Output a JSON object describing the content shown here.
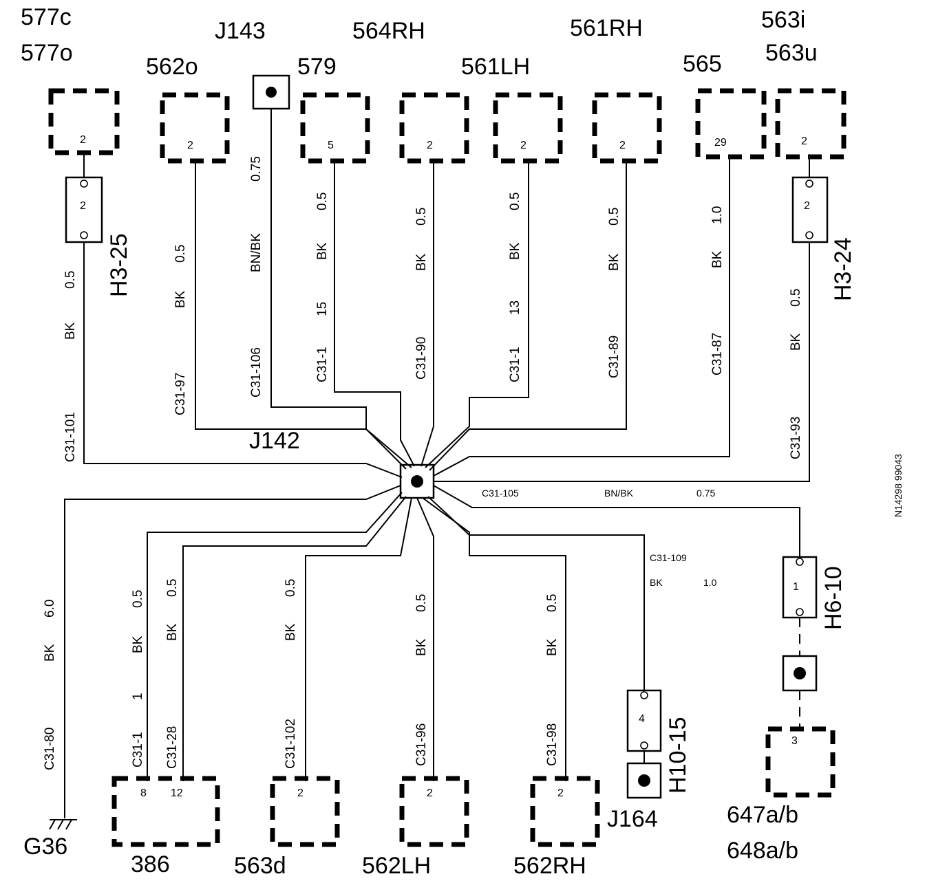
{
  "labels": {
    "top_577c": "577c",
    "top_577o": "577o",
    "top_j143": "J143",
    "top_564rh": "564RH",
    "top_561rh": "561RH",
    "top_563i": "563i",
    "top_563u": "563u",
    "top_562o": "562o",
    "top_579": "579",
    "top_561lh": "561LH",
    "top_565": "565",
    "splice_j142": "J142",
    "h3_25": "H3-25",
    "h3_24": "H3-24",
    "h6_10": "H6-10",
    "h10_15": "H10-15",
    "j164": "J164",
    "g36": "G36",
    "bot_386": "386",
    "bot_563d": "563d",
    "bot_562lh": "562LH",
    "bot_562rh": "562RH",
    "bot_647": "647a/b",
    "bot_648": "648a/b",
    "ref_code": "N14298 99043"
  },
  "pins": {
    "c577": "2",
    "c562o": "2",
    "c579": "5",
    "c564rh": "2",
    "c561lh": "2",
    "c561rh": "2",
    "c565": "29",
    "c563": "2",
    "h3_25": "2",
    "h3_24": "2",
    "h6_10": "1",
    "h10_15": "4",
    "c386_a": "8",
    "c386_b": "12",
    "c563d": "2",
    "c562lh": "2",
    "c562rh": "2",
    "c647": "3"
  },
  "wires": {
    "w1": {
      "size": "0.5",
      "color": "BK",
      "circuit": "C31-101"
    },
    "w2": {
      "size": "0.5",
      "color": "BK",
      "circuit": "C31-97"
    },
    "w3": {
      "size": "0.75",
      "color": "BN/BK",
      "circuit": "C31-106"
    },
    "w4": {
      "size": "0.5",
      "color": "BK",
      "cavity": "15",
      "circuit": "C31-1"
    },
    "w5": {
      "size": "0.5",
      "color": "BK",
      "circuit": "C31-90"
    },
    "w6": {
      "size": "0.5",
      "color": "BK",
      "cavity": "13",
      "circuit": "C31-1"
    },
    "w7": {
      "size": "0.5",
      "color": "BK",
      "circuit": "C31-89"
    },
    "w8": {
      "size": "1.0",
      "color": "BK",
      "circuit": "C31-87"
    },
    "w9": {
      "size": "0.5",
      "color": "BK",
      "circuit": "C31-93"
    },
    "w10": {
      "size": "0.75",
      "color": "BN/BK",
      "circuit": "C31-105"
    },
    "w11": {
      "size": "1.0",
      "color": "BK",
      "circuit": "C31-109"
    },
    "w12": {
      "size": "6.0",
      "color": "BK",
      "circuit": "C31-80"
    },
    "w13": {
      "size": "0.5",
      "color": "BK",
      "cavity": "1",
      "circuit": "C31-1"
    },
    "w14": {
      "size": "0.5",
      "color": "BK",
      "circuit": "C31-28"
    },
    "w15": {
      "size": "0.5",
      "color": "BK",
      "circuit": "C31-102"
    },
    "w16": {
      "size": "0.5",
      "color": "BK",
      "circuit": "C31-96"
    },
    "w17": {
      "size": "0.5",
      "color": "BK",
      "circuit": "C31-98"
    }
  }
}
